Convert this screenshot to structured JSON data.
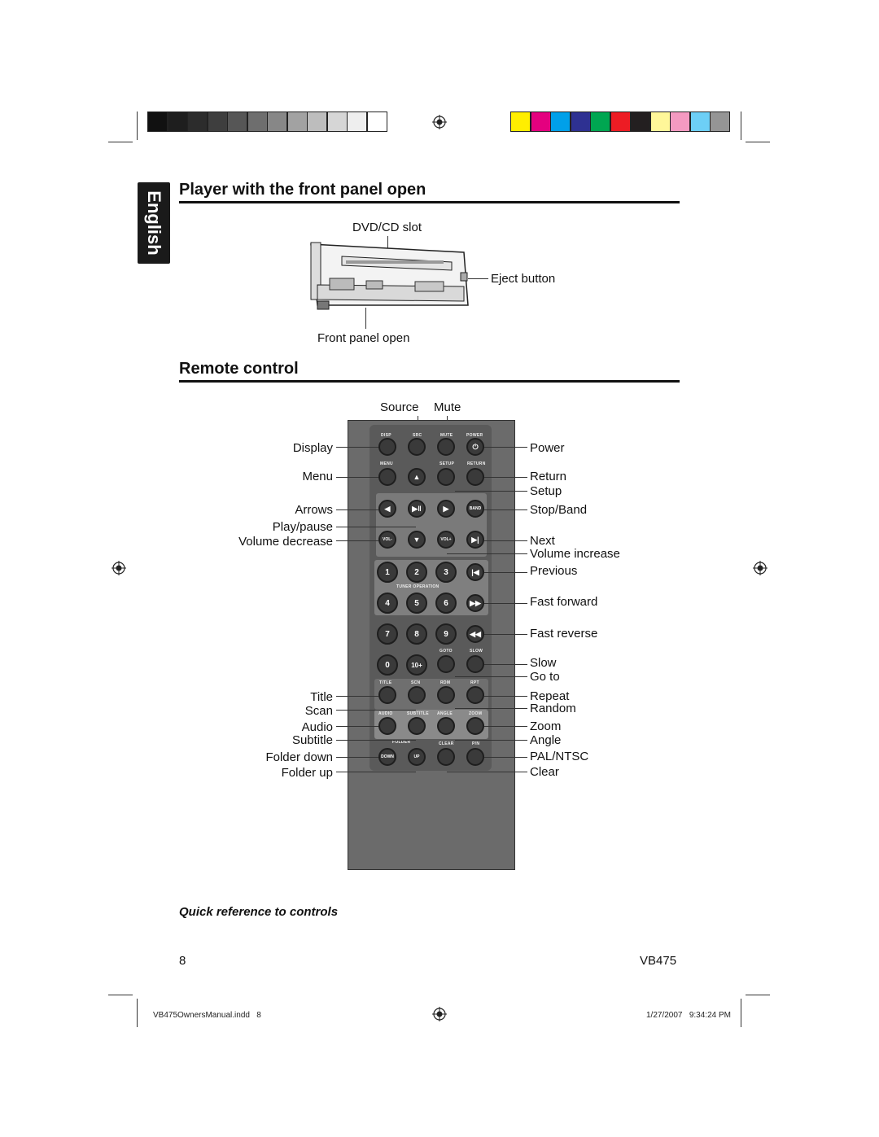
{
  "side_tab": {
    "label": "English"
  },
  "color_bar": {
    "grays": [
      "#111111",
      "#1e1e1e",
      "#2c2c2c",
      "#3e3e3e",
      "#565656",
      "#6e6e6e",
      "#878787",
      "#a2a2a2",
      "#bdbdbd",
      "#d6d6d6",
      "#eeeeee",
      "#ffffff"
    ],
    "colors": [
      "#ffee00",
      "#e4007f",
      "#00a0e9",
      "#2e3192",
      "#00a651",
      "#ed1c24",
      "#231f20",
      "#fff799",
      "#f49ac1",
      "#6dcff6",
      "#959595"
    ]
  },
  "sections": {
    "player": {
      "title": "Player with the front panel open",
      "labels": {
        "slot": "DVD/CD slot",
        "eject": "Eject button",
        "panel": "Front panel open"
      }
    },
    "remote": {
      "title": "Remote control",
      "top_labels": {
        "source": "Source",
        "mute": "Mute"
      },
      "left_labels": {
        "display": "Display",
        "menu": "Menu",
        "arrows": "Arrows",
        "play_pause": "Play/pause",
        "volume_decrease": "Volume decrease",
        "title": "Title",
        "scan": "Scan",
        "audio": "Audio",
        "subtitle": "Subtitle",
        "folder_down": "Folder down",
        "folder_up": "Folder up"
      },
      "right_labels": {
        "power": "Power",
        "return": "Return",
        "setup": "Setup",
        "stop_band": "Stop/Band",
        "next": "Next",
        "volume_increase": "Volume increase",
        "previous": "Previous",
        "fast_forward": "Fast forward",
        "fast_reverse": "Fast reverse",
        "slow": "Slow",
        "go_to": "Go to",
        "repeat": "Repeat",
        "random": "Random",
        "zoom": "Zoom",
        "angle": "Angle",
        "pal_ntsc": "PAL/NTSC",
        "clear": "Clear"
      },
      "key_print": {
        "disp": "DISP",
        "src": "SRC",
        "mute": "MUTE",
        "power": "POWER",
        "menu": "MENU",
        "setup": "SETUP",
        "return": "RETURN",
        "tuner": "TUNER OPERATION",
        "goto": "GOTO",
        "slow": "SLOW",
        "title": "TITLE",
        "scn": "SCN",
        "rdm": "RDM",
        "rpt": "RPT",
        "audio": "AUDIO",
        "subtitle": "SUBTITLE",
        "angle": "ANGLE",
        "zoom": "ZOOM",
        "folder": "FOLDER",
        "clear": "CLEAR",
        "pn": "P/N",
        "vol_minus": "VOL-",
        "vol_plus": "VOL+",
        "band": "BAND",
        "down": "DOWN",
        "up": "UP"
      },
      "numbers": [
        "1",
        "2",
        "3",
        "4",
        "5",
        "6",
        "7",
        "8",
        "9",
        "0",
        "10+"
      ]
    }
  },
  "caption": "Quick reference to controls",
  "footer": {
    "page_number": "8",
    "model": "VB475"
  },
  "print_slug": {
    "file": "VB475OwnersManual.indd   8",
    "timestamp": "1/27/2007   9:34:24 PM"
  }
}
